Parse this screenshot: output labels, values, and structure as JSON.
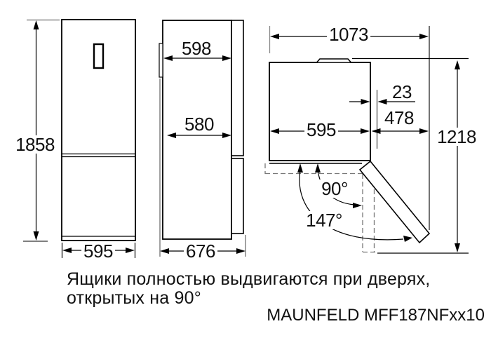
{
  "diagram": {
    "title_note": {
      "line1": "Ящики полностью выдвигаются при дверях,",
      "line2": "открытых на 90°"
    },
    "model": "MAUNFELD MFF187NFxx10",
    "front_view": {
      "height_mm": "1858",
      "width_mm": "595"
    },
    "side_view": {
      "depth_with_door_mm": "598",
      "depth_body_mm": "580",
      "depth_total_mm": "676"
    },
    "top_view": {
      "total_width_open_mm": "1073",
      "hinge_offset_mm": "23",
      "door_clearance_mm": "478",
      "cabinet_width_mm": "595",
      "depth_door_open_mm": "1218",
      "angle_open_90": "90°",
      "angle_open_147": "147°"
    },
    "colors": {
      "line": "#000000",
      "extension_gray": "#8a8a8a",
      "dashed_gray": "#777777",
      "text": "#111111",
      "background": "#ffffff"
    }
  }
}
